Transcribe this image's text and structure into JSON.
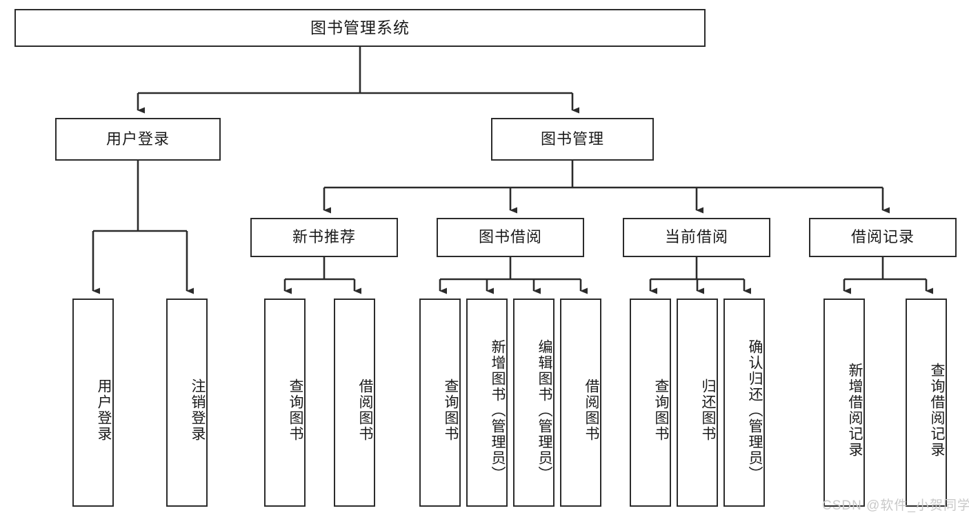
{
  "diagram": {
    "title": "图书管理系统",
    "watermark": "CSDN @软件_小贺同学",
    "style": {
      "box_border_color": "#2b2b2b",
      "box_fill_color": "#ffffff",
      "connector_color": "#2b2b2b",
      "background_color": "#ffffff",
      "watermark_color": "#c9c9c9"
    },
    "levels": {
      "level1": "根节点",
      "level2": "模块",
      "level3": "子模块",
      "level4": "功能"
    },
    "root": {
      "label": "图书管理系统"
    },
    "branches": [
      {
        "label": "用户登录"
      },
      {
        "label": "图书管理"
      }
    ],
    "modules": [
      {
        "label": "新书推荐"
      },
      {
        "label": "图书借阅"
      },
      {
        "label": "当前借阅"
      },
      {
        "label": "借阅记录"
      }
    ],
    "leaves": {
      "user_login": [
        {
          "label": "用户登录"
        },
        {
          "label": "注销登录"
        }
      ],
      "new_book_recommend": [
        {
          "label": "查询图书"
        },
        {
          "label": "借阅图书"
        }
      ],
      "book_borrow": [
        {
          "label": "查询图书"
        },
        {
          "label": "新增图书（管理员）"
        },
        {
          "label": "编辑图书（管理员）"
        },
        {
          "label": "借阅图书"
        }
      ],
      "current_borrow": [
        {
          "label": "查询图书"
        },
        {
          "label": "归还图书"
        },
        {
          "label": "确认归还（管理员）"
        }
      ],
      "borrow_record": [
        {
          "label": "新增借阅记录"
        },
        {
          "label": "查询借阅记录"
        }
      ]
    }
  }
}
